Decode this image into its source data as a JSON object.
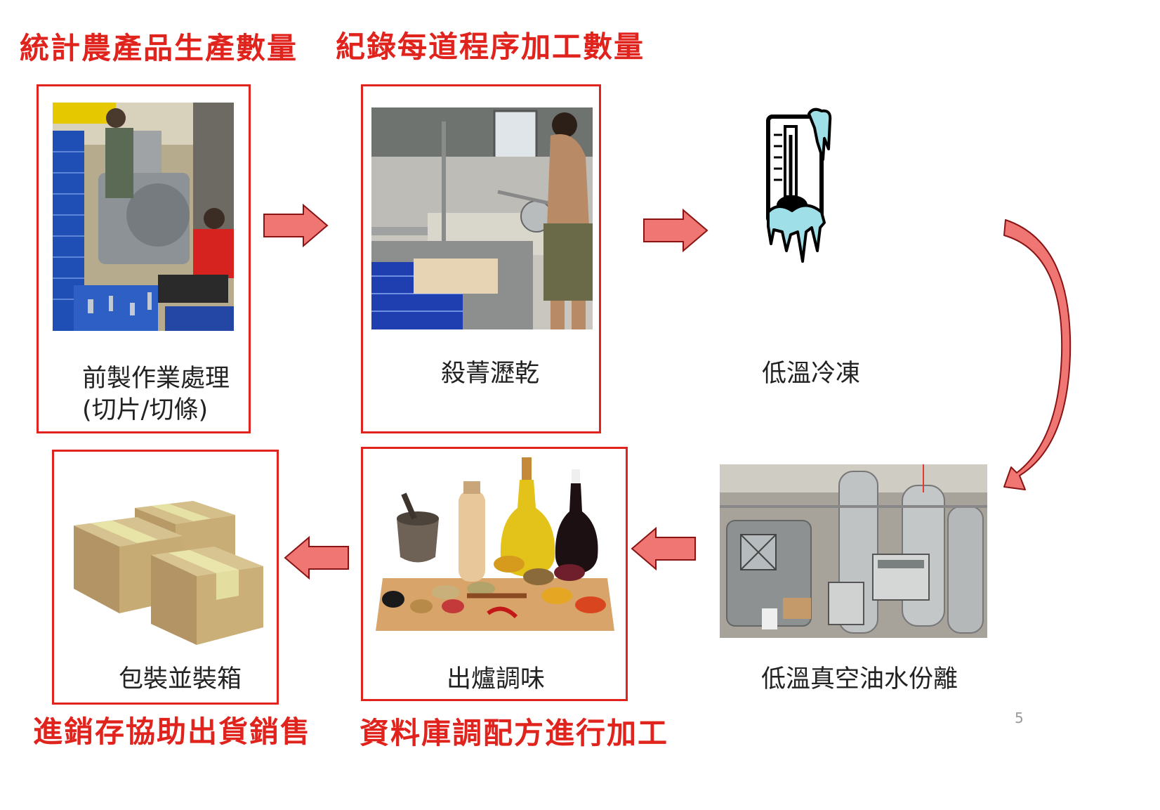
{
  "titles": {
    "count_production": "統計農產品生產數量",
    "record_processing": "紀錄每道程序加工數量",
    "inventory_sales": "進銷存協助出貨銷售",
    "recipe_database": "資料庫調配方進行加工"
  },
  "steps": {
    "preprocess": {
      "label": "前製作業處理",
      "sublabel": "(切片/切條)"
    },
    "blanch": {
      "label": "殺菁瀝乾"
    },
    "freeze": {
      "label": "低溫冷凍"
    },
    "vacuum": {
      "label": "低溫真空油水份離"
    },
    "season": {
      "label": "出爐調味"
    },
    "pack": {
      "label": "包裝並裝箱"
    }
  },
  "page_number": "5",
  "colors": {
    "accent_red": "#e0231c",
    "arrow_fill": "#f07673",
    "arrow_stroke": "#8a1414"
  },
  "icons": [
    "thermometer-ice-icon",
    "box-icon",
    "curved-arrow-icon",
    "block-arrow-icon"
  ]
}
